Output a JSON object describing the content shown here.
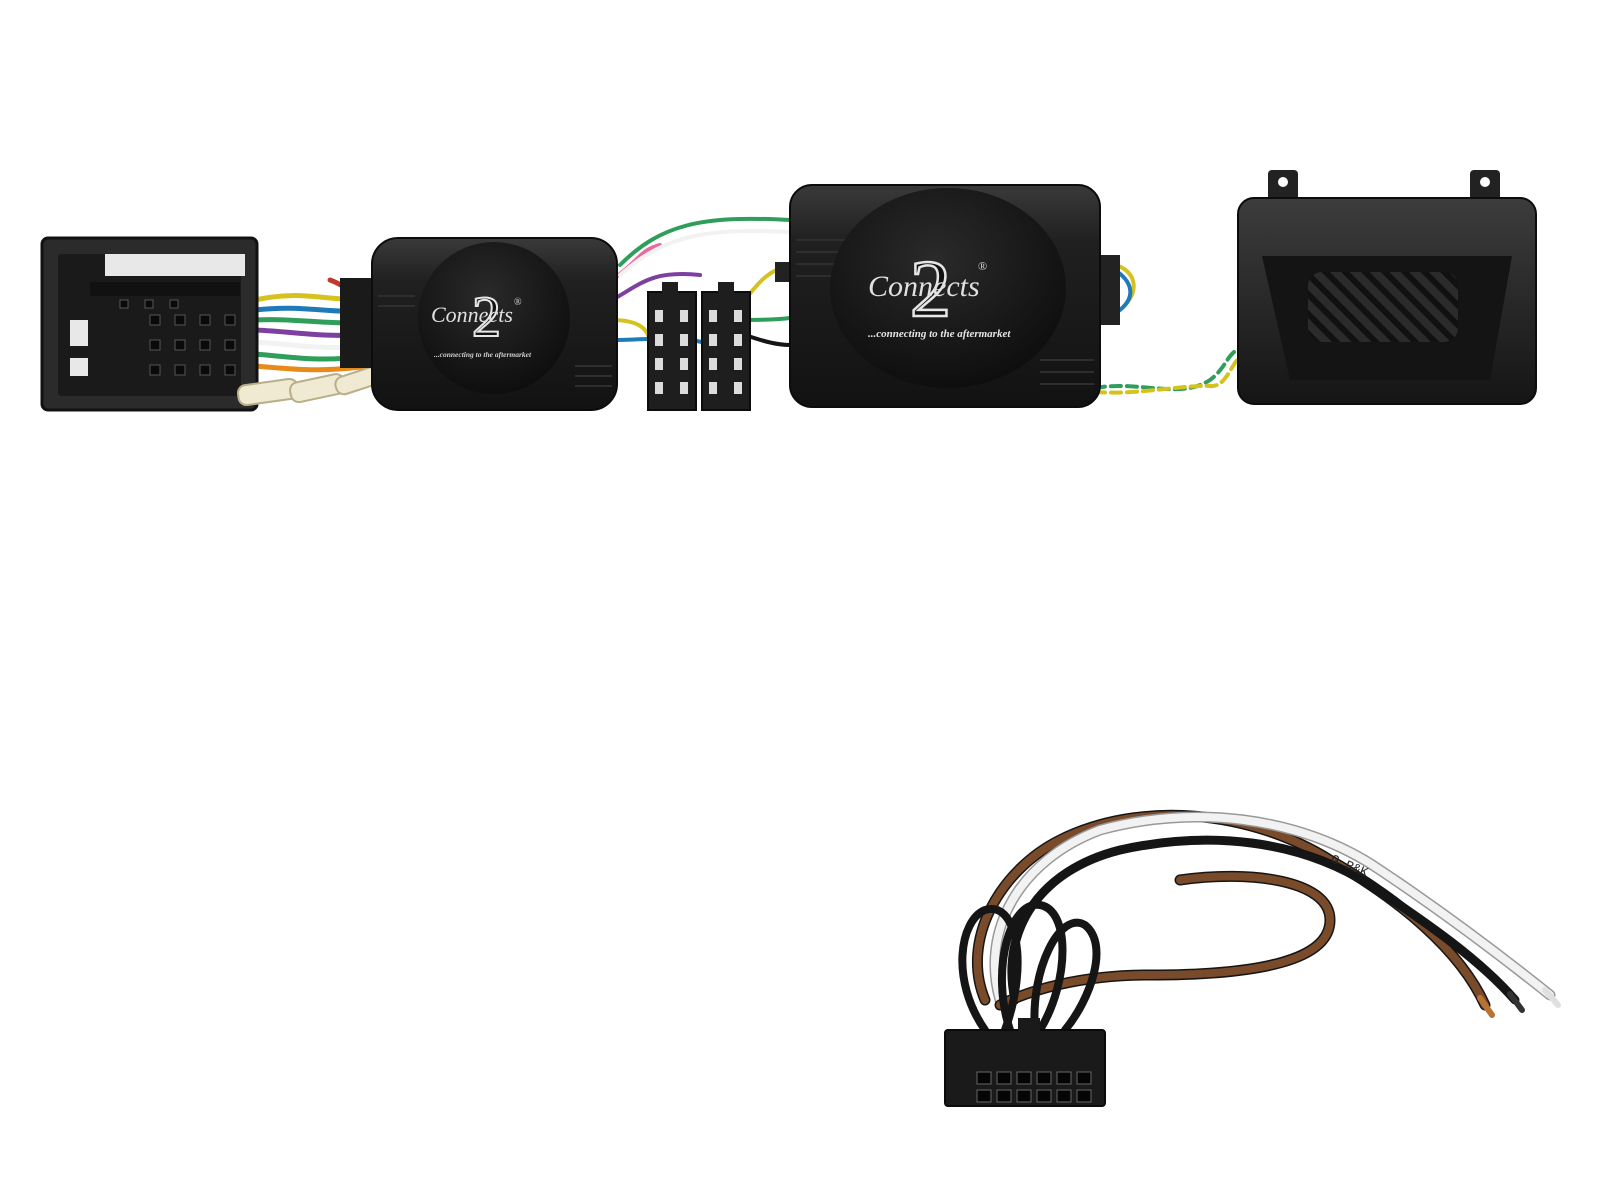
{
  "product": {
    "brand_logo": {
      "word": "Connects",
      "digit": "2",
      "registered": "®"
    },
    "tagline": "...connecting to the aftermarket",
    "small_interface": {
      "logo_word": "Connects",
      "logo_digit": "2",
      "registered": "®",
      "tagline": "...connecting to the aftermarket"
    },
    "large_interface": {
      "logo_word": "Connects",
      "logo_digit": "2",
      "registered": "®",
      "tagline": "...connecting to the aftermarket"
    },
    "wire_print": "G R&K"
  },
  "colors": {
    "housing": "#1b1b1b",
    "housing_edge": "#3a3a3a",
    "wire_green": "#2e9e5a",
    "wire_yellow": "#d6c21f",
    "wire_brown": "#7a4b2a",
    "wire_white": "#f2f2f2",
    "wire_black": "#151515",
    "background": "#ffffff"
  }
}
